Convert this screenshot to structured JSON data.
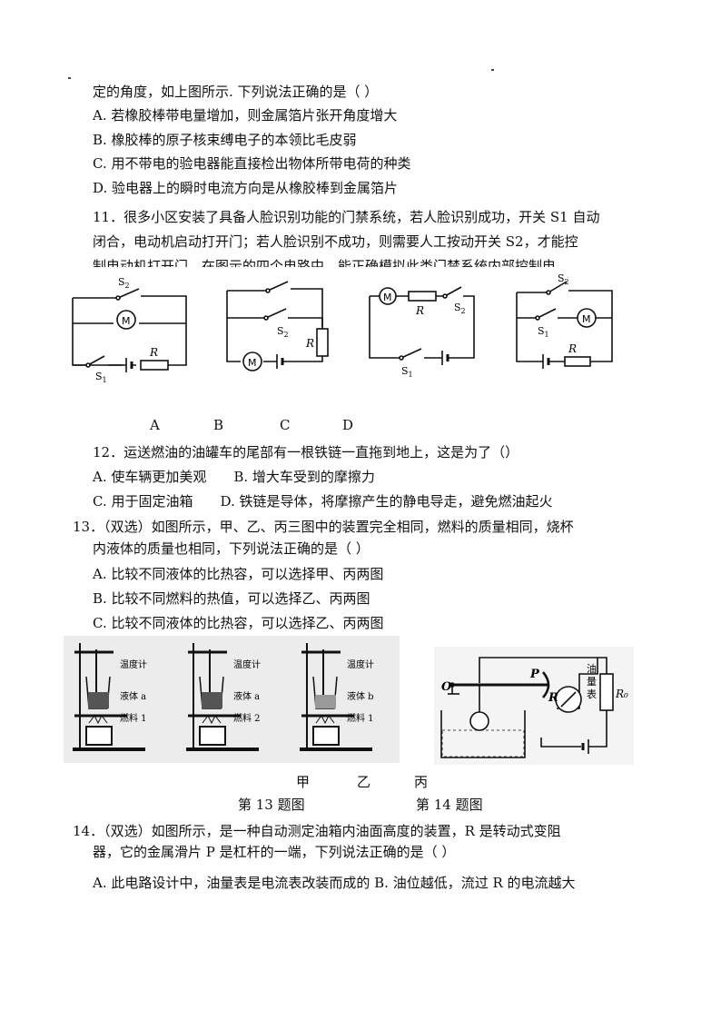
{
  "q10": {
    "stem_cont": "定的角度，如上图所示. 下列说法正确的是（ ）",
    "options": [
      "A. 若橡胶棒带电量增加，则金属箔片张开角度增大",
      "B. 橡胶棒的原子核束缚电子的本领比毛皮弱",
      "C. 用不带电的验电器能直接检出物体所带电荷的种类",
      "D. 验电器上的瞬时电流方向是从橡胶棒到金属箔片"
    ]
  },
  "q11": {
    "line1": "11．很多小区安装了具备人脸识别功能的门禁系统，若人脸识别成功，开关 S1 自动",
    "line2": "闭合，电动机启动打开门；若人脸识别不成功，则需要人工按动开关 S2，才能控",
    "line3": "制电动机打开门，在图示的四个电路中，能正确模拟此类门禁系统内部控制电",
    "labels": [
      "A",
      "B",
      "C",
      "D"
    ],
    "circuit_text": {
      "s1": "S",
      "s2": "S",
      "sub1": "1",
      "sub2": "2",
      "r": "R",
      "m": "M"
    }
  },
  "q12": {
    "stem": "12．运送燃油的油罐车的尾部有一根铁链一直拖到地上，这是为了（）",
    "opt_ab": "A. 使车辆更加美观　　B. 增大车受到的摩擦力",
    "opt_cd": "C. 用于固定油箱　　D. 铁链是导体，将摩擦产生的静电导走，避免燃油起火"
  },
  "q13": {
    "line1": "13．（双选）如图所示，甲、乙、丙三图中的装置完全相同，燃料的质量相同，烧杯",
    "line2": "内液体的质量也相同，下列说法正确的是（ ）",
    "options": [
      "A. 比较不同液体的比热容，可以选择甲、丙两图",
      "B. 比较不同燃料的热值，可以选择乙、丙两图",
      "C. 比较不同液体的比热容，可以选择乙、丙两图"
    ],
    "fig_labels": [
      {
        "thermo": "温度计",
        "liquid": "液体 a",
        "fuel": "燃料 1"
      },
      {
        "thermo": "温度计",
        "liquid": "液体 a",
        "fuel": "燃料 2"
      },
      {
        "thermo": "温度计",
        "liquid": "液体 b",
        "fuel": "燃料 1"
      }
    ],
    "fig_names": [
      "甲",
      "乙",
      "丙"
    ],
    "caption": "第 13 题图"
  },
  "q14": {
    "fig_text": {
      "o": "O",
      "p": "P",
      "r": "R",
      "gauge1": "油",
      "gauge2": "量",
      "gauge3": "表",
      "r0": "R₀"
    },
    "caption": "第 14 题图",
    "line1": "14．（双选）如图所示，是一种自动测定油箱内油面高度的装置，R 是转动式变阻",
    "line2": "器，它的金属滑片 P 是杠杆的一端，下列说法正确的是（ ）",
    "opt_ab": "A. 此电路设计中，油量表是电流表改装而成的  B. 油位越低，流过 R 的电流越大"
  }
}
